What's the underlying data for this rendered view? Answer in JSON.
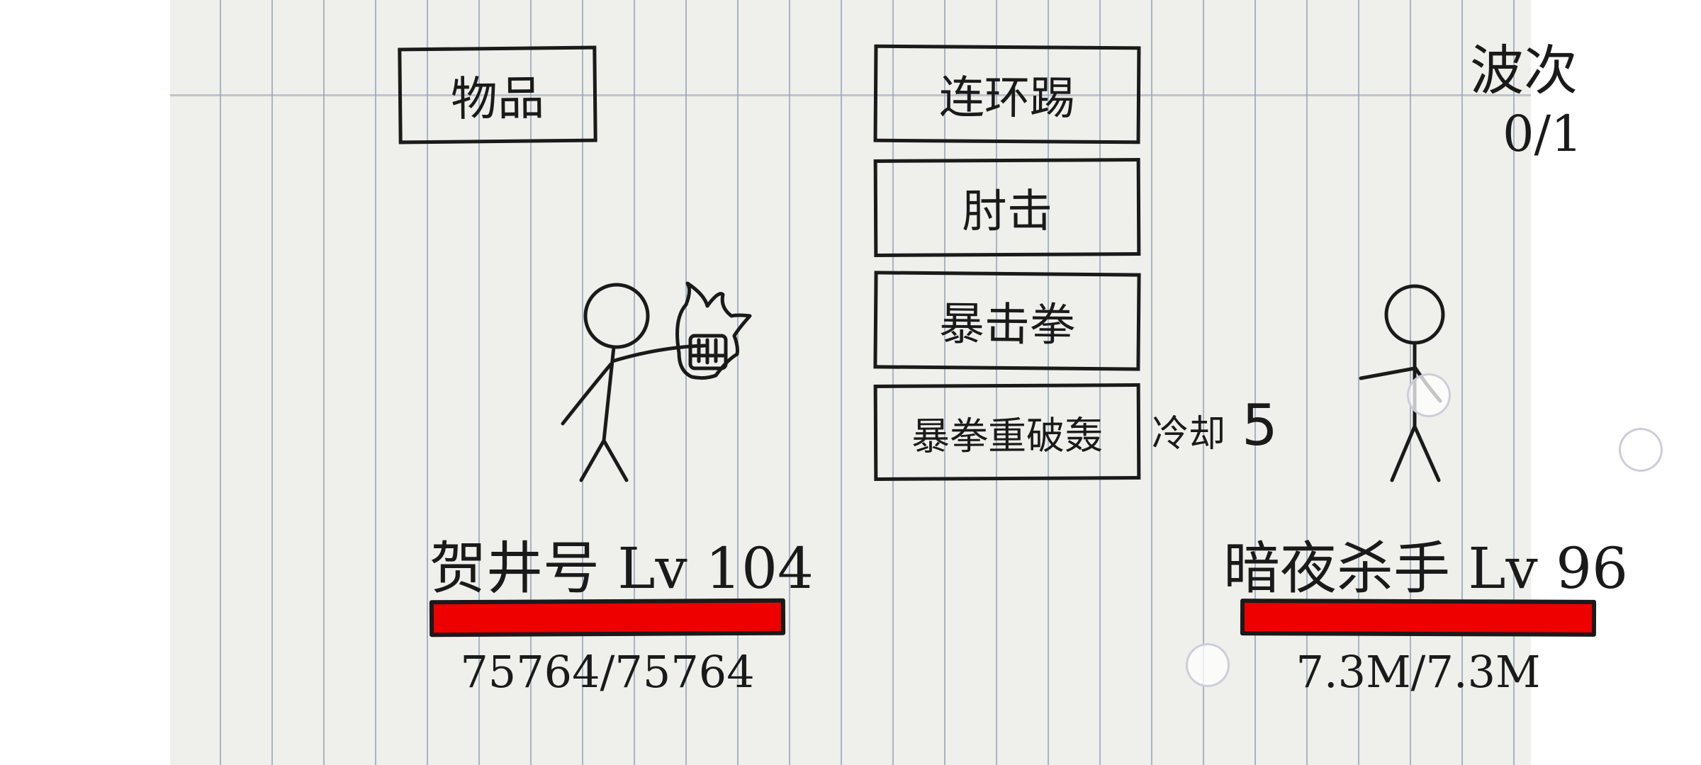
{
  "menu": {
    "items_label": "物品"
  },
  "skills": [
    {
      "label": "连环踢"
    },
    {
      "label": "肘击"
    },
    {
      "label": "暴击拳"
    },
    {
      "label": "暴拳重破轰"
    }
  ],
  "cooldown": {
    "label": "冷却",
    "value": "5"
  },
  "wave": {
    "label": "波次",
    "value": "0/1"
  },
  "player": {
    "name_level": "贺井号 Lv 104",
    "hp_text": "75764/75764",
    "hp_fraction": 1.0
  },
  "enemy": {
    "name_level": "暗夜杀手 Lv 96",
    "hp_text": "7.3M/7.3M",
    "hp_fraction": 1.0
  },
  "colors": {
    "hp": "#ee0000",
    "ink": "#1a1a1a",
    "paper": "#efefeb"
  }
}
